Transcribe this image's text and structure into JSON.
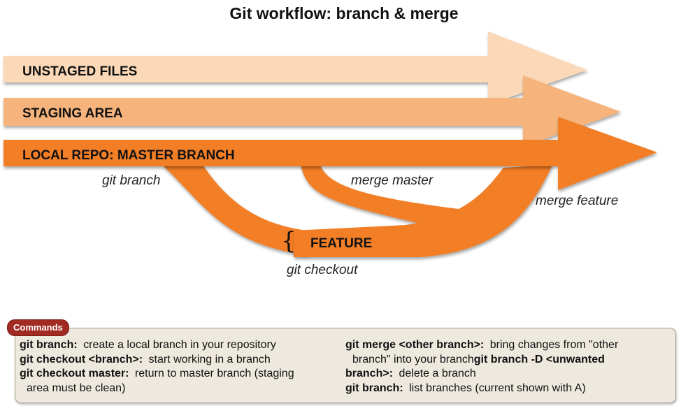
{
  "title": "Git workflow: branch & merge",
  "lanes": {
    "unstaged": "UNSTAGED FILES",
    "staging": "STAGING AREA",
    "local_repo": "LOCAL REPO: MASTER BRANCH"
  },
  "branch_labels": {
    "git_branch": "git branch",
    "merge_master": "merge master",
    "merge_feature": "merge feature",
    "feature": "FEATURE",
    "git_checkout": "git checkout"
  },
  "colors": {
    "unstaged": "#fbd9b8",
    "staging": "#f6b47c",
    "master": "#f27e26",
    "commands_tab": "#a12a22",
    "commands_box": "#eee9df"
  },
  "commands": {
    "tab_label": "Commands",
    "left": [
      {
        "cmd": "git branch:",
        "desc": "create a local branch in your repository"
      },
      {
        "cmd": "git checkout <branch>:",
        "desc": "start working in a branch"
      },
      {
        "cmd": "git checkout master:",
        "desc": "return to master branch (staging",
        "cont": "area must be clean)"
      }
    ],
    "right": [
      {
        "cmd": "git merge <other branch>:",
        "desc": "bring changes from \"other",
        "cont": "branch\" into your branch"
      },
      {
        "cmd": "git branch -D <unwanted",
        "cont_bold": "branch>:",
        "desc": "delete a branch"
      },
      {
        "cmd": "git branch:",
        "desc": "list branches (current shown with A)"
      }
    ]
  }
}
